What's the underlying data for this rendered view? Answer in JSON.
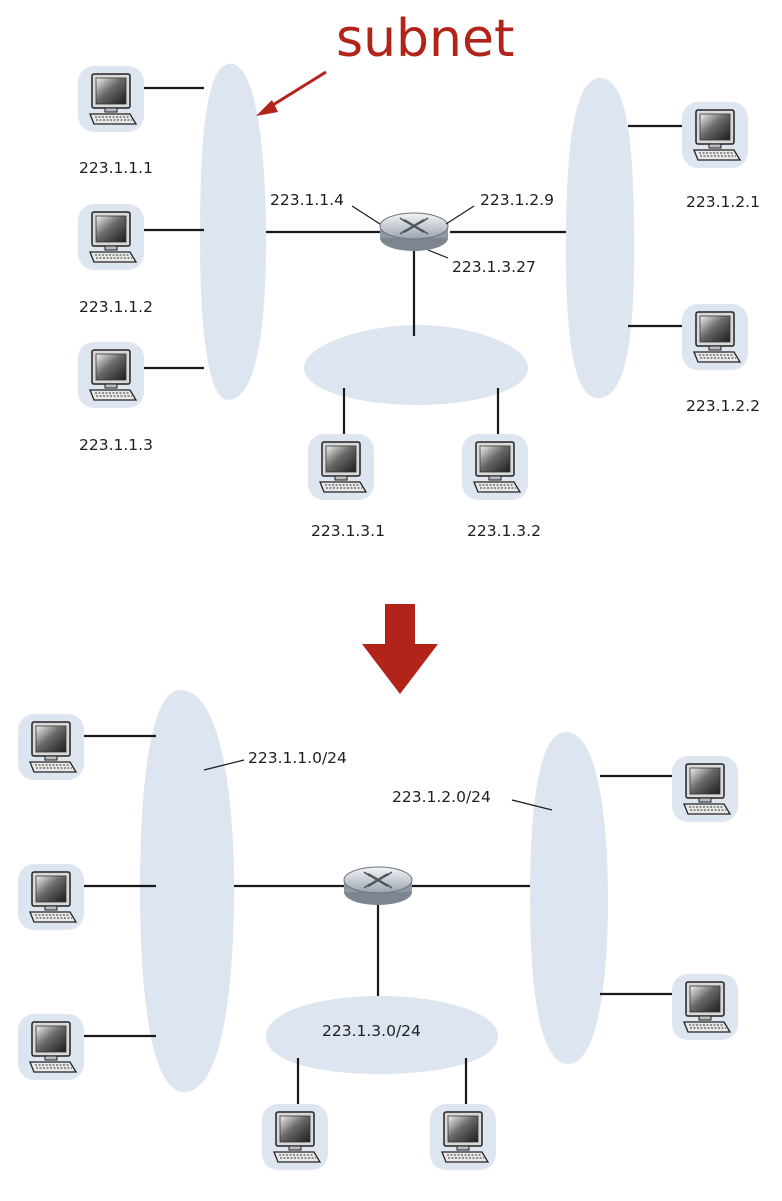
{
  "title": "subnet",
  "colors": {
    "accent": "#b2231a",
    "subnet_fill": "#dde6f0"
  },
  "top_diagram": {
    "hosts": {
      "h1": "223.1.1.1",
      "h2": "223.1.1.2",
      "h3": "223.1.1.3",
      "h4": "223.1.2.1",
      "h5": "223.1.2.2",
      "h6": "223.1.3.1",
      "h7": "223.1.3.2"
    },
    "router_interfaces": {
      "if1": "223.1.1.4",
      "if2": "223.1.2.9",
      "if3": "223.1.3.27"
    }
  },
  "bottom_diagram": {
    "subnets": {
      "s1": "223.1.1.0/24",
      "s2": "223.1.2.0/24",
      "s3": "223.1.3.0/24"
    }
  },
  "icons": [
    "computer-icon",
    "router-icon",
    "arrow-down-icon"
  ]
}
